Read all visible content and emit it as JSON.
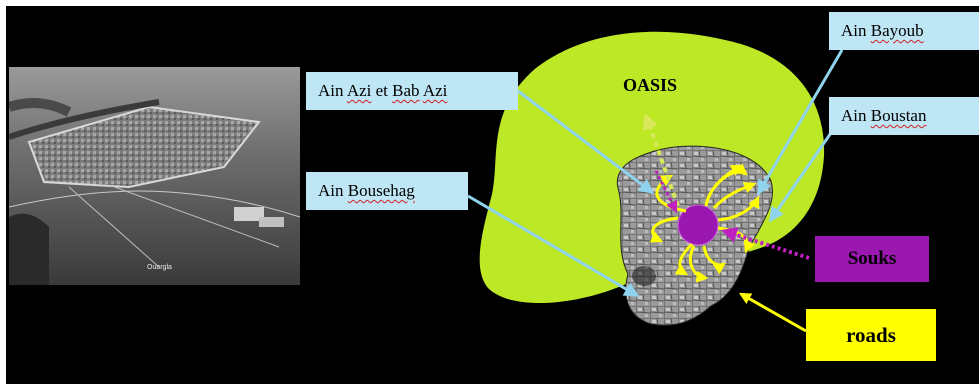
{
  "photo": {
    "caption": "Ouargla"
  },
  "callouts": {
    "ain_azi_prefix": "Ain ",
    "ain_azi_word1": "Azi",
    "ain_azi_mid": " et ",
    "ain_azi_word2": "Bab",
    "ain_azi_space": " ",
    "ain_azi_word3": "Azi",
    "ain_bousehag_prefix": "Ain ",
    "ain_bousehag_word": "Bousehag",
    "ain_bayoub_prefix": "Ain ",
    "ain_bayoub_word": "Bayoub",
    "ain_boustan_prefix": "Ain ",
    "ain_boustan_word": "Boustan"
  },
  "labels": {
    "oasis": "OASIS",
    "souks": "Souks",
    "roads": "roads"
  },
  "colors": {
    "background": "#000000",
    "oasis_green": "#bce825",
    "callout_fill": "#bfe6f5",
    "callout_arrow": "#8fd3ee",
    "road_arrows": "#ffff00",
    "souks_purple": "#9a17b0",
    "souks_dotted": "#c020c0",
    "exit_arrow": "#d8e85a"
  }
}
